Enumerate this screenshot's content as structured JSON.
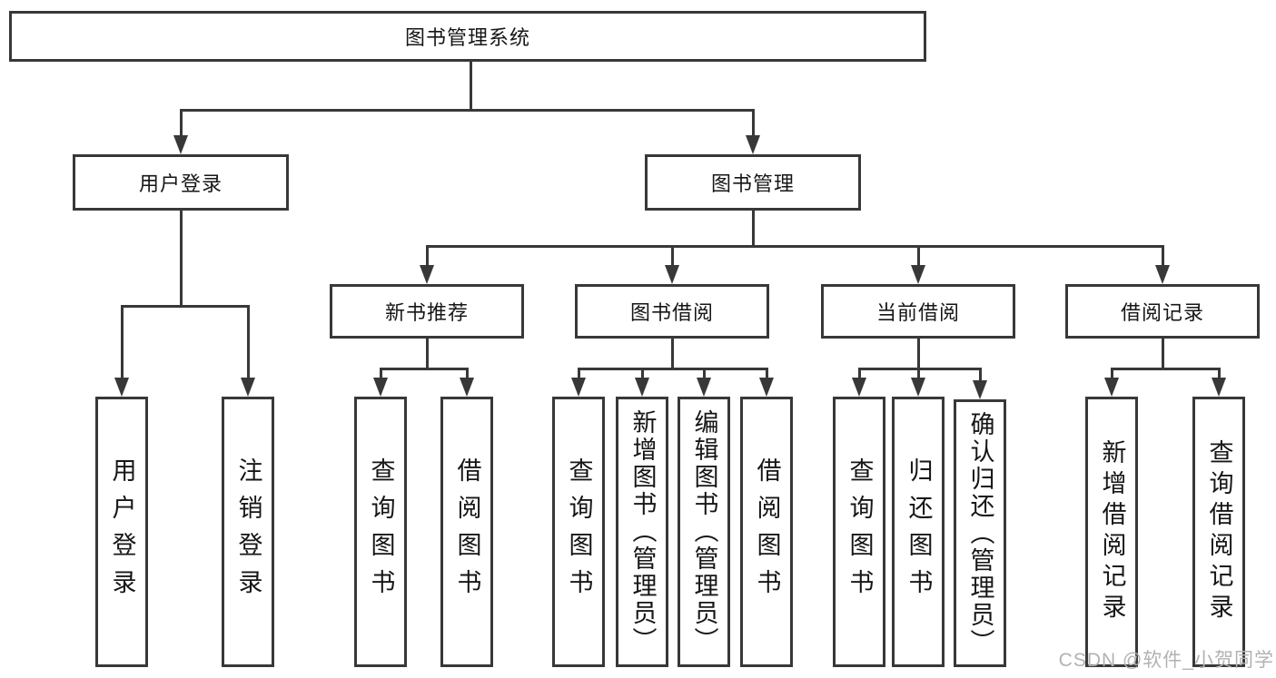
{
  "diagram": {
    "root_label": "图书管理系统",
    "level2": [
      "用户登录",
      "图书管理"
    ],
    "level3": [
      "新书推荐",
      "图书借阅",
      "当前借阅",
      "借阅记录"
    ],
    "leaves": {
      "user_login": [
        "用户登录",
        "注销登录"
      ],
      "new_books": [
        "查询图书",
        "借阅图书"
      ],
      "book_borrow": [
        "查询图书",
        "新增图书（管理员）",
        "编辑图书（管理员）",
        "借阅图书"
      ],
      "current_borrow": [
        "查询图书",
        "归还图书",
        "确认归还（管理员）"
      ],
      "borrow_records": [
        "新增借阅记录",
        "查询借阅记录"
      ]
    }
  },
  "watermark": {
    "text": "CSDN @软件_小贺同学"
  },
  "colors": {
    "line": "#383838",
    "text": "#161616",
    "background": "#ffffff",
    "watermark": "#b2b2b2"
  }
}
